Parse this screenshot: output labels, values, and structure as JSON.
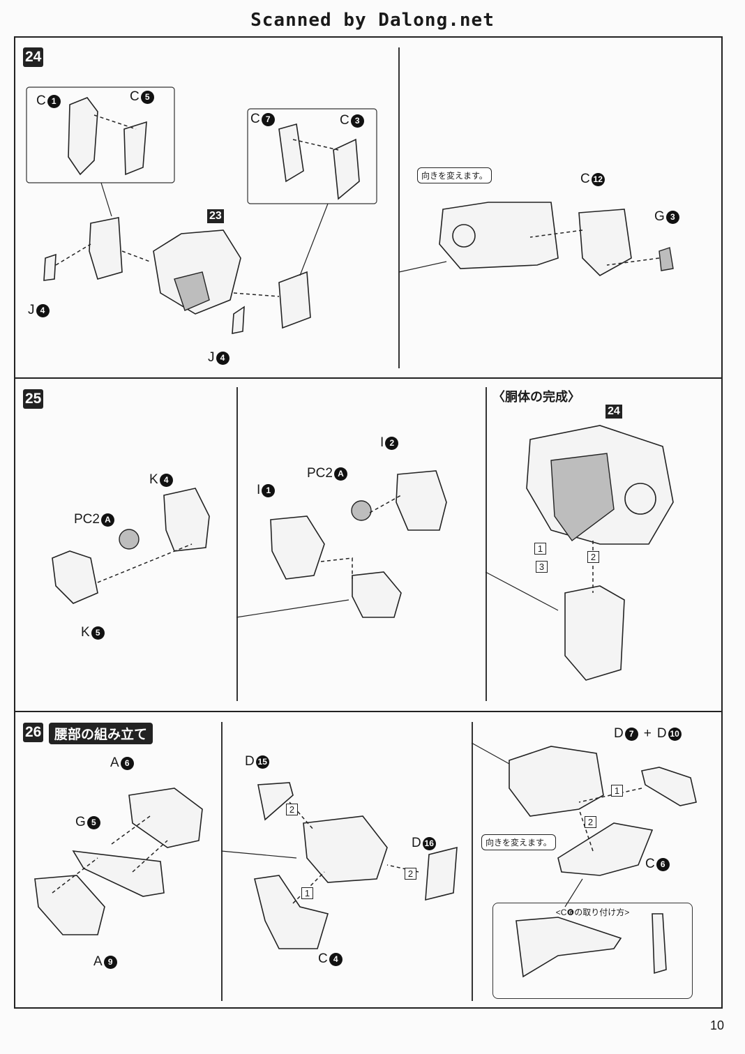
{
  "header": "Scanned by Dalong.net",
  "page_number": "10",
  "step24": {
    "step": "24",
    "ref": "23",
    "callout": "向きを変えます。",
    "labels": [
      {
        "l": "C",
        "n": "1"
      },
      {
        "l": "C",
        "n": "5"
      },
      {
        "l": "C",
        "n": "7"
      },
      {
        "l": "C",
        "n": "3"
      },
      {
        "l": "J",
        "n": "4"
      },
      {
        "l": "J",
        "n": "4"
      },
      {
        "l": "C",
        "n": "12"
      },
      {
        "l": "G",
        "n": "3"
      }
    ]
  },
  "step25": {
    "step": "25",
    "section_title": "〈胴体の完成〉",
    "ref": "24",
    "labels": [
      {
        "l": "PC2",
        "n": "A"
      },
      {
        "l": "K",
        "n": "4"
      },
      {
        "l": "K",
        "n": "5"
      },
      {
        "l": "I",
        "n": "1"
      },
      {
        "l": "I",
        "n": "2"
      },
      {
        "l": "PC2",
        "n": "A"
      }
    ],
    "seq": [
      "1",
      "2",
      "3"
    ],
    "warning": "!"
  },
  "step26": {
    "step": "26",
    "title": "腰部の組み立て",
    "callout": "向きを変えます。",
    "inset_title": "<C❻の取り付け方>",
    "labels": [
      {
        "l": "A",
        "n": "6"
      },
      {
        "l": "G",
        "n": "5"
      },
      {
        "l": "A",
        "n": "9"
      },
      {
        "l": "D",
        "n": "15"
      },
      {
        "l": "D",
        "n": "16"
      },
      {
        "l": "C",
        "n": "4"
      },
      {
        "l": "D",
        "n": "7"
      },
      {
        "l": "D",
        "n": "10"
      },
      {
        "l": "C",
        "n": "6"
      }
    ],
    "plus": "+",
    "seq": [
      "2",
      "2",
      "1",
      "1",
      "2"
    ]
  }
}
